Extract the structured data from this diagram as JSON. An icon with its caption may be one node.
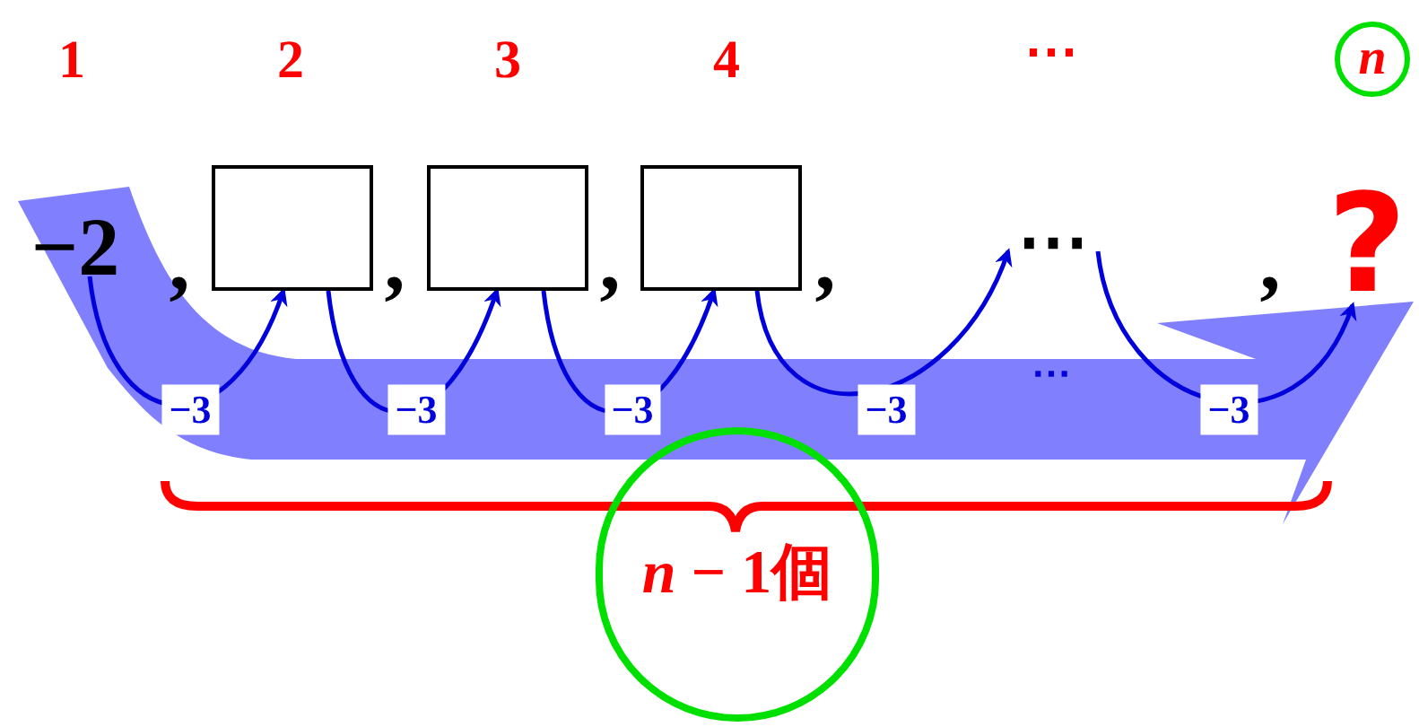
{
  "diagram": {
    "nodes": [
      {
        "text": [
          "−2"
        ]
      },
      {
        "text": [],
        "shape": "box"
      },
      {
        "text": [],
        "shape": "box"
      },
      {
        "text": [],
        "shape": "box"
      },
      {
        "text": [
          "⋯"
        ]
      },
      {
        "text": [
          "?"
        ]
      },
      {
        "text": [
          "n"
        ]
      },
      {
        "text": [
          "*n* − 1個"
        ]
      }
    ],
    "edges": [
      {
        "from": 0,
        "to": 1,
        "arrow": "to",
        "label": "−3"
      },
      {
        "from": 1,
        "to": 2,
        "arrow": "to",
        "label": "−3"
      },
      {
        "from": 2,
        "to": 3,
        "arrow": "to",
        "label": "−3"
      },
      {
        "from": 3,
        "to": 4,
        "arrow": "to",
        "label": "−3"
      },
      {
        "from": 4,
        "to": 5,
        "arrow": "to",
        "label": "−3"
      }
    ],
    "labels": [
      "1",
      "2",
      "3",
      "4",
      "⋯",
      ",",
      ",",
      ",",
      ",",
      ",",
      "⋯"
    ]
  }
}
